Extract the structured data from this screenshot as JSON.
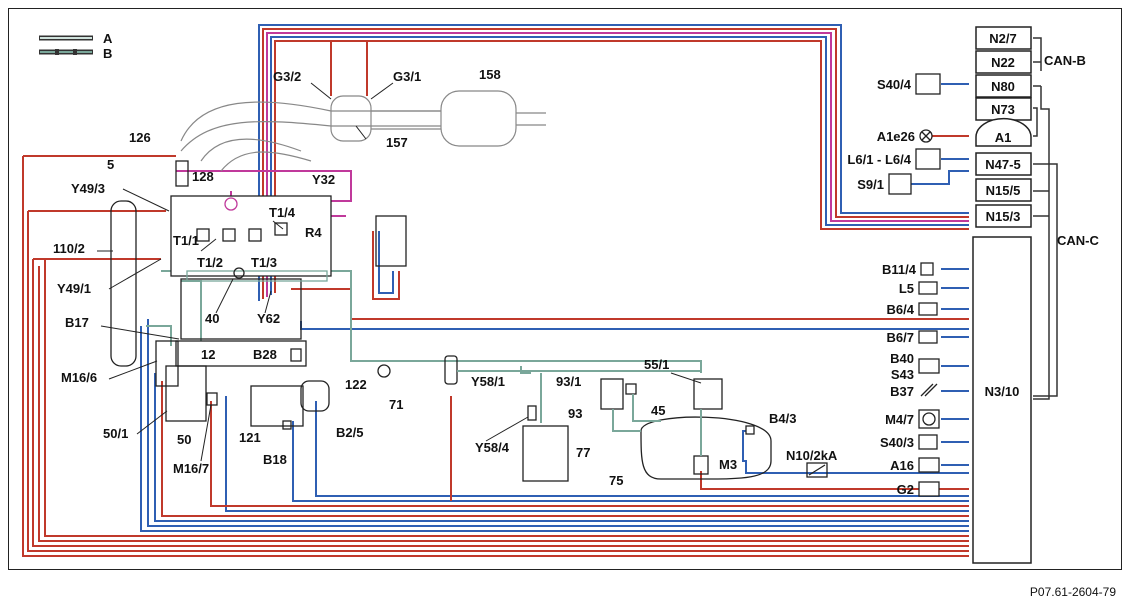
{
  "legend": [
    {
      "key": "A"
    },
    {
      "key": "B"
    }
  ],
  "labels": {
    "g3_2": "G3/2",
    "g3_1": "G3/1",
    "c158": "158",
    "c157": "157",
    "c126": "126",
    "c5": "5",
    "y49_3": "Y49/3",
    "c128": "128",
    "y32": "Y32",
    "t1_4": "T1/4",
    "t1_1": "T1/1",
    "r4": "R4",
    "t1_2": "T1/2",
    "t1_3": "T1/3",
    "c110_2": "110/2",
    "y49_1": "Y49/1",
    "c40": "40",
    "y62": "Y62",
    "b17": "B17",
    "c12": "12",
    "b28": "B28",
    "m16_6": "M16/6",
    "c122": "122",
    "c71": "71",
    "y58_1": "Y58/1",
    "c93_1": "93/1",
    "c55_1": "55/1",
    "c93": "93",
    "c45": "45",
    "b4_3": "B4/3",
    "c50_1": "50/1",
    "c50": "50",
    "c121": "121",
    "b2_5": "B2/5",
    "m16_7": "M16/7",
    "b18": "B18",
    "y58_4": "Y58/4",
    "c77": "77",
    "c75": "75",
    "m3": "M3",
    "n10_2ka": "N10/2kA",
    "can_b": "CAN-B",
    "can_c": "CAN-C"
  },
  "modules": {
    "n2_7": "N2/7",
    "n22": "N22",
    "n80": "N80",
    "n73": "N73",
    "a1": "A1",
    "n47_5": "N47-5",
    "n15_5": "N15/5",
    "n15_3": "N15/3",
    "n3_10": "N3/10"
  },
  "side_items": [
    {
      "id": "s40_4",
      "label": "S40/4"
    },
    {
      "id": "a1e26",
      "label": "A1e26"
    },
    {
      "id": "l6",
      "label": "L6/1 - L6/4"
    },
    {
      "id": "s9_1",
      "label": "S9/1"
    },
    {
      "id": "b11_4",
      "label": "B11/4"
    },
    {
      "id": "l5",
      "label": "L5"
    },
    {
      "id": "b6_4",
      "label": "B6/4"
    },
    {
      "id": "b6_7",
      "label": "B6/7"
    },
    {
      "id": "b40",
      "label": "B40"
    },
    {
      "id": "s43",
      "label": "S43"
    },
    {
      "id": "b37",
      "label": "B37"
    },
    {
      "id": "m4_7",
      "label": "M4/7"
    },
    {
      "id": "s40_3",
      "label": "S40/3"
    },
    {
      "id": "a16",
      "label": "A16"
    },
    {
      "id": "g2",
      "label": "G2"
    }
  ],
  "footer": "P07.61-2604-79",
  "colors": {
    "red": "#c0392b",
    "blue": "#2f5fb3",
    "pink": "#c0399b",
    "green": "#7aa79a",
    "line": "#222222"
  }
}
